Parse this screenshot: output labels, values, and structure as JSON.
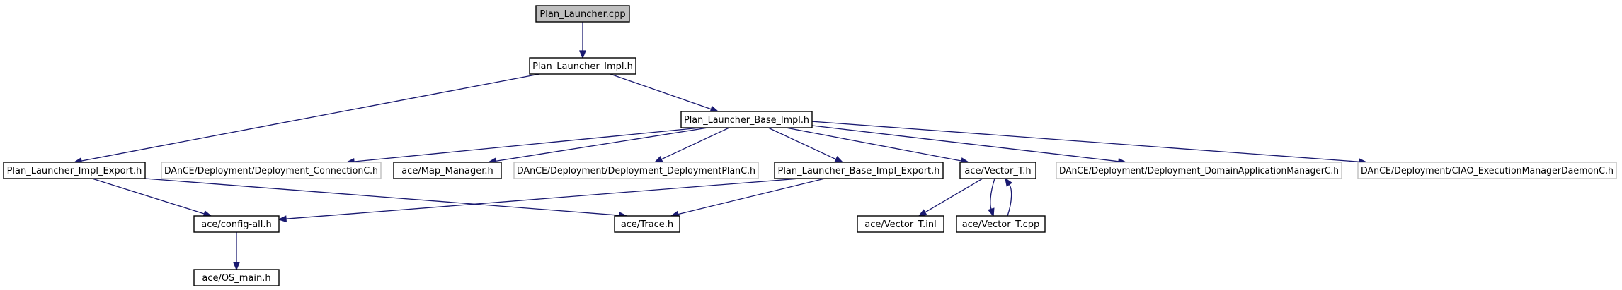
{
  "graph": {
    "colors": {
      "edge": "#191970",
      "border_local": "#000000",
      "border_external": "#bfbfbf",
      "fill_root": "#bfbfbf",
      "fill_default": "#ffffff"
    },
    "nodes": [
      {
        "id": "n1",
        "label": "Plan_Launcher.cpp",
        "kind": "root"
      },
      {
        "id": "n2",
        "label": "Plan_Launcher_Impl.h",
        "kind": "local"
      },
      {
        "id": "n3",
        "label": "Plan_Launcher_Base_Impl.h",
        "kind": "local"
      },
      {
        "id": "n4",
        "label": "Plan_Launcher_Impl_Export.h",
        "kind": "local"
      },
      {
        "id": "n5",
        "label": "DAnCE/Deployment/Deployment_ConnectionC.h",
        "kind": "external"
      },
      {
        "id": "n6",
        "label": "ace/Map_Manager.h",
        "kind": "local"
      },
      {
        "id": "n7",
        "label": "DAnCE/Deployment/Deployment_DeploymentPlanC.h",
        "kind": "external"
      },
      {
        "id": "n8",
        "label": "Plan_Launcher_Base_Impl_Export.h",
        "kind": "local"
      },
      {
        "id": "n9",
        "label": "ace/Vector_T.h",
        "kind": "local"
      },
      {
        "id": "n10",
        "label": "DAnCE/Deployment/Deployment_DomainApplicationManagerC.h",
        "kind": "external"
      },
      {
        "id": "n11",
        "label": "DAnCE/Deployment/CIAO_ExecutionManagerDaemonC.h",
        "kind": "external"
      },
      {
        "id": "n12",
        "label": "ace/config-all.h",
        "kind": "local"
      },
      {
        "id": "n13",
        "label": "ace/Trace.h",
        "kind": "local"
      },
      {
        "id": "n14",
        "label": "ace/Vector_T.inl",
        "kind": "local"
      },
      {
        "id": "n15",
        "label": "ace/Vector_T.cpp",
        "kind": "local"
      },
      {
        "id": "n16",
        "label": "ace/OS_main.h",
        "kind": "local"
      }
    ],
    "edges": [
      {
        "from": "n1",
        "to": "n2"
      },
      {
        "from": "n2",
        "to": "n4"
      },
      {
        "from": "n2",
        "to": "n3"
      },
      {
        "from": "n3",
        "to": "n5"
      },
      {
        "from": "n3",
        "to": "n6"
      },
      {
        "from": "n3",
        "to": "n7"
      },
      {
        "from": "n3",
        "to": "n8"
      },
      {
        "from": "n3",
        "to": "n9"
      },
      {
        "from": "n3",
        "to": "n10"
      },
      {
        "from": "n3",
        "to": "n11"
      },
      {
        "from": "n4",
        "to": "n12"
      },
      {
        "from": "n4",
        "to": "n13"
      },
      {
        "from": "n8",
        "to": "n12"
      },
      {
        "from": "n8",
        "to": "n13"
      },
      {
        "from": "n9",
        "to": "n14"
      },
      {
        "from": "n9",
        "to": "n15"
      },
      {
        "from": "n15",
        "to": "n9"
      },
      {
        "from": "n12",
        "to": "n16"
      }
    ]
  }
}
